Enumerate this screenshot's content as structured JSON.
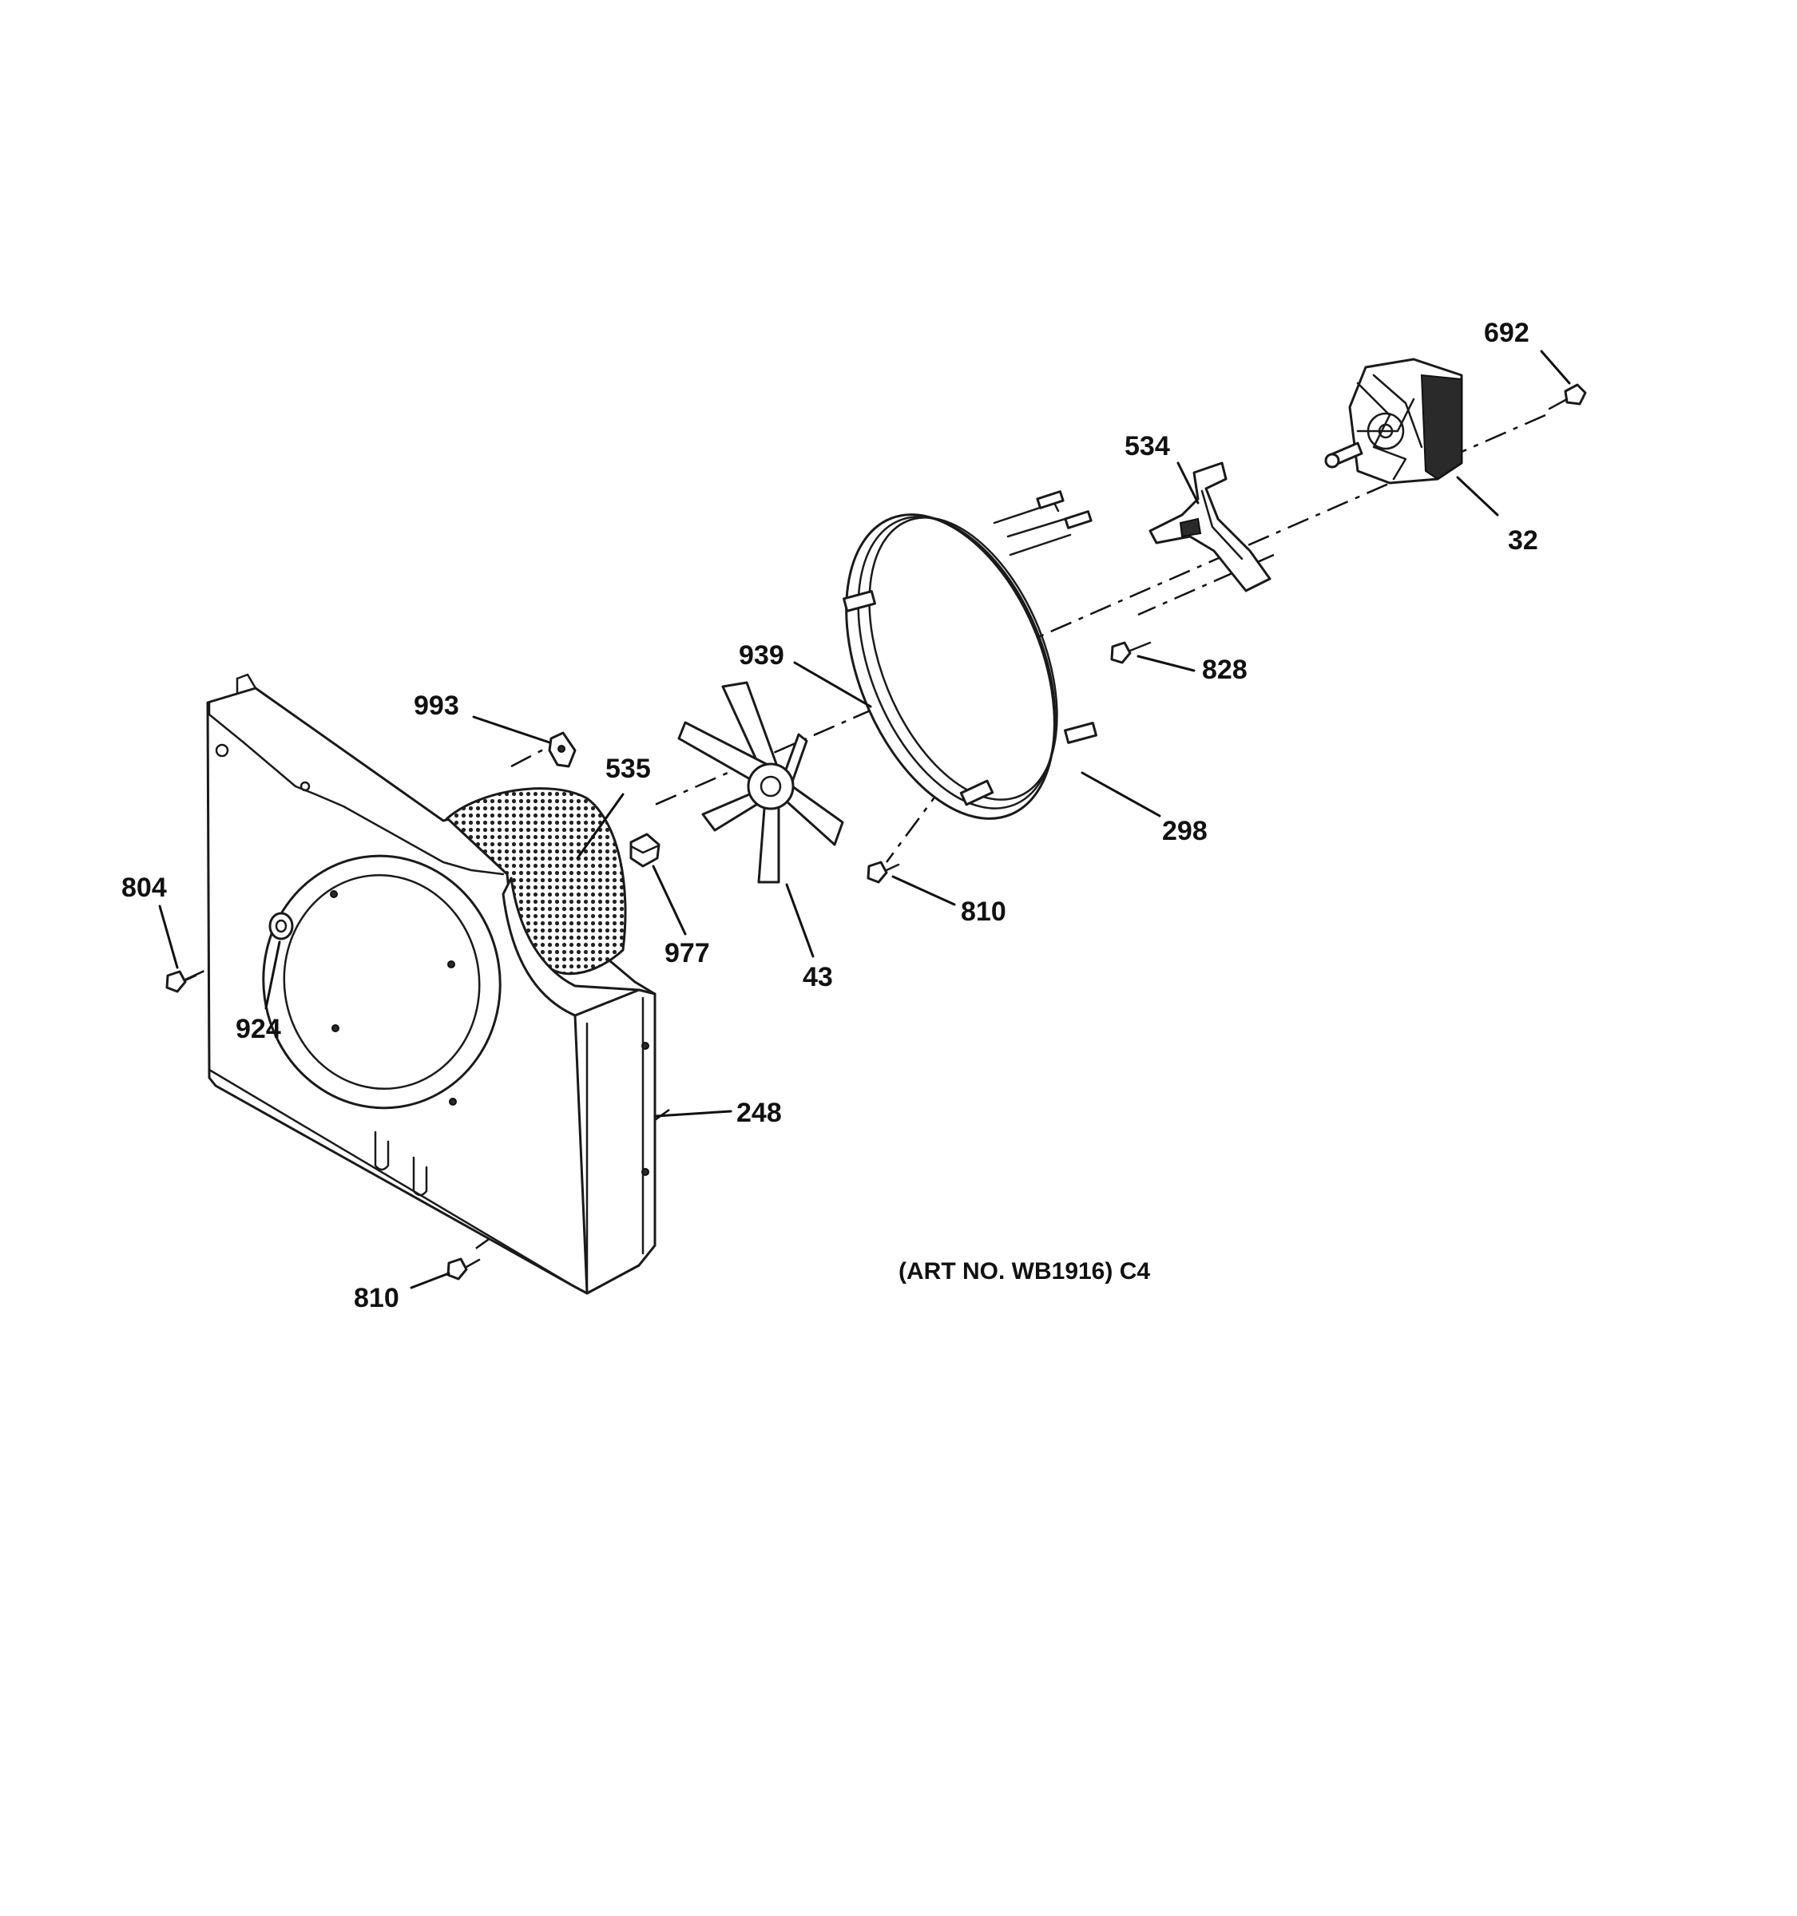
{
  "diagram": {
    "callouts": {
      "p692": "692",
      "p534": "534",
      "p32": "32",
      "p939": "939",
      "p828": "828",
      "p993": "993",
      "p535": "535",
      "p298": "298",
      "p804": "804",
      "p810a": "810",
      "p977": "977",
      "p43": "43",
      "p924": "924",
      "p248": "248",
      "p810b": "810"
    },
    "art_note": "(ART NO. WB1916) C4"
  }
}
